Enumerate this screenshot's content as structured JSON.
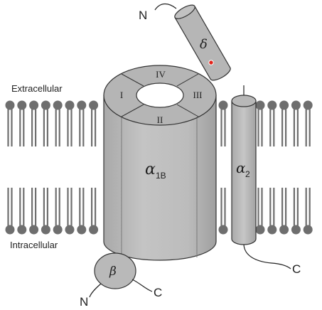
{
  "labels": {
    "extracellular": "Extracellular",
    "intracellular": "Intracellular"
  },
  "alpha1": {
    "symbol": "α",
    "subscript": "1B",
    "domains": [
      "I",
      "II",
      "III",
      "IV"
    ]
  },
  "alpha2": {
    "symbol": "α",
    "subscript": "2",
    "c_terminus": "C"
  },
  "delta": {
    "symbol": "δ",
    "n_terminus": "N"
  },
  "beta": {
    "symbol": "β",
    "n_terminus": "N",
    "c_terminus": "C"
  },
  "colors": {
    "membrane": "#6e6e6e",
    "protein_fill": "#bdbdbd",
    "protein_dark": "#a8a8a8",
    "outline": "#333333",
    "marker": "#e2231a"
  }
}
